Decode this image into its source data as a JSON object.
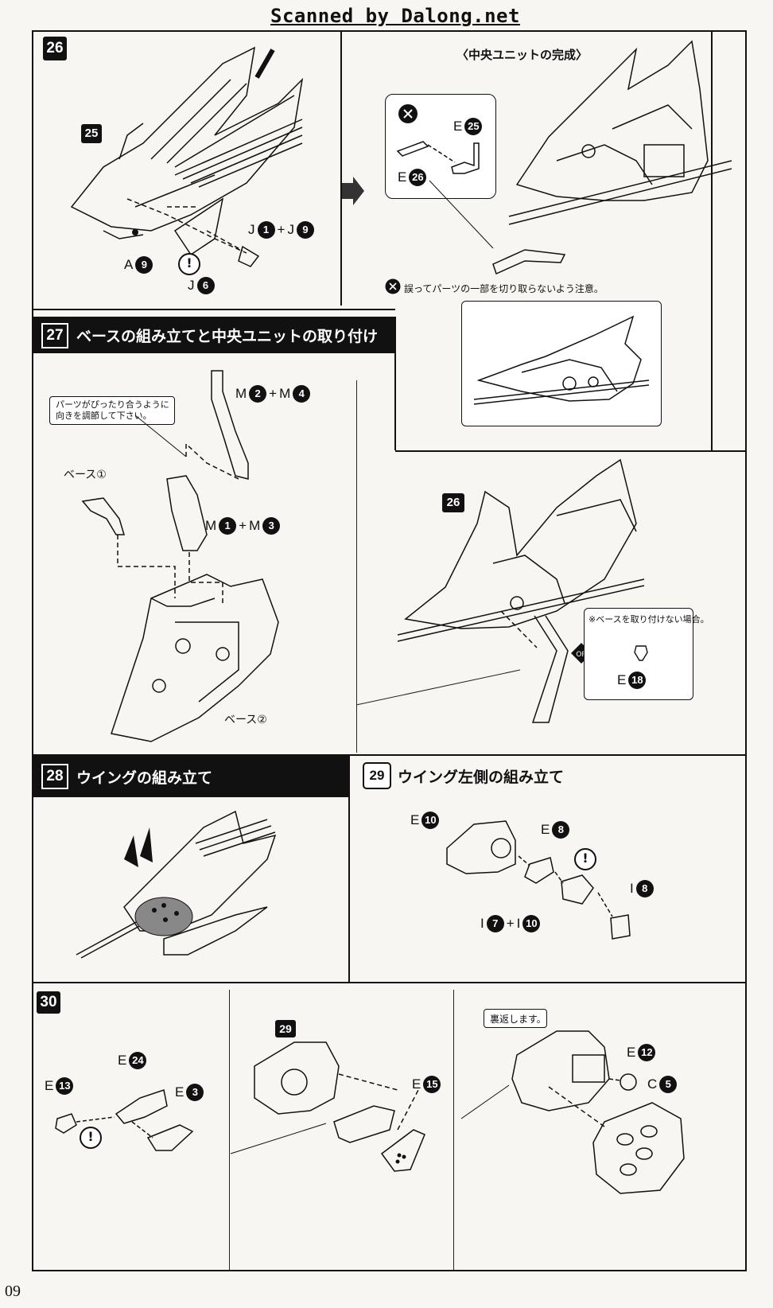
{
  "watermark": "Scanned by Dalong.net",
  "page_number": "09",
  "step26": {
    "number": "26",
    "ref_badge": "25",
    "labels": {
      "j1_j9": {
        "a": "J",
        "an": "1",
        "op": "+",
        "b": "J",
        "bn": "9"
      },
      "a9": {
        "a": "A",
        "an": "9"
      },
      "j6": {
        "a": "J",
        "an": "6"
      }
    },
    "completed_title": "〈中央ユニットの完成〉",
    "inset_labels": {
      "e25": {
        "a": "E",
        "an": "25"
      },
      "e26": {
        "a": "E",
        "an": "26"
      }
    },
    "caution_text": "誤ってパーツの一部を切り取らないよう注意。"
  },
  "step27": {
    "number": "27",
    "title": "ベースの組み立てと中央ユニットの取り付け",
    "adjust_note": "パーツがぴったり合うように\n向きを調節して下さい。",
    "m2_m4": {
      "a": "M",
      "an": "2",
      "op": "+",
      "b": "M",
      "bn": "4"
    },
    "m1_m3": {
      "a": "M",
      "an": "1",
      "op": "+",
      "b": "M",
      "bn": "3"
    },
    "base1": "ベース①",
    "base2": "ベース②",
    "ref_badge": "26",
    "no_base_note": "※ベースを取り付けない場合。",
    "e18": {
      "a": "E",
      "an": "18"
    }
  },
  "step28": {
    "number": "28",
    "title": "ウイングの組み立て"
  },
  "step29": {
    "number": "29",
    "title": "ウイング左側の組み立て",
    "e10": {
      "a": "E",
      "an": "10"
    },
    "e8": {
      "a": "E",
      "an": "8"
    },
    "i8": {
      "a": "I",
      "an": "8"
    },
    "i7_i10": {
      "a": "I",
      "an": "7",
      "op": "+",
      "b": "I",
      "bn": "10"
    }
  },
  "step30": {
    "number": "30",
    "e24": {
      "a": "E",
      "an": "24"
    },
    "e13": {
      "a": "E",
      "an": "13"
    },
    "e3": {
      "a": "E",
      "an": "3"
    },
    "ref_badge": "29",
    "e15": {
      "a": "E",
      "an": "15"
    },
    "flip_note": "裏返します。",
    "e12": {
      "a": "E",
      "an": "12"
    },
    "c5": {
      "a": "C",
      "an": "5"
    }
  }
}
